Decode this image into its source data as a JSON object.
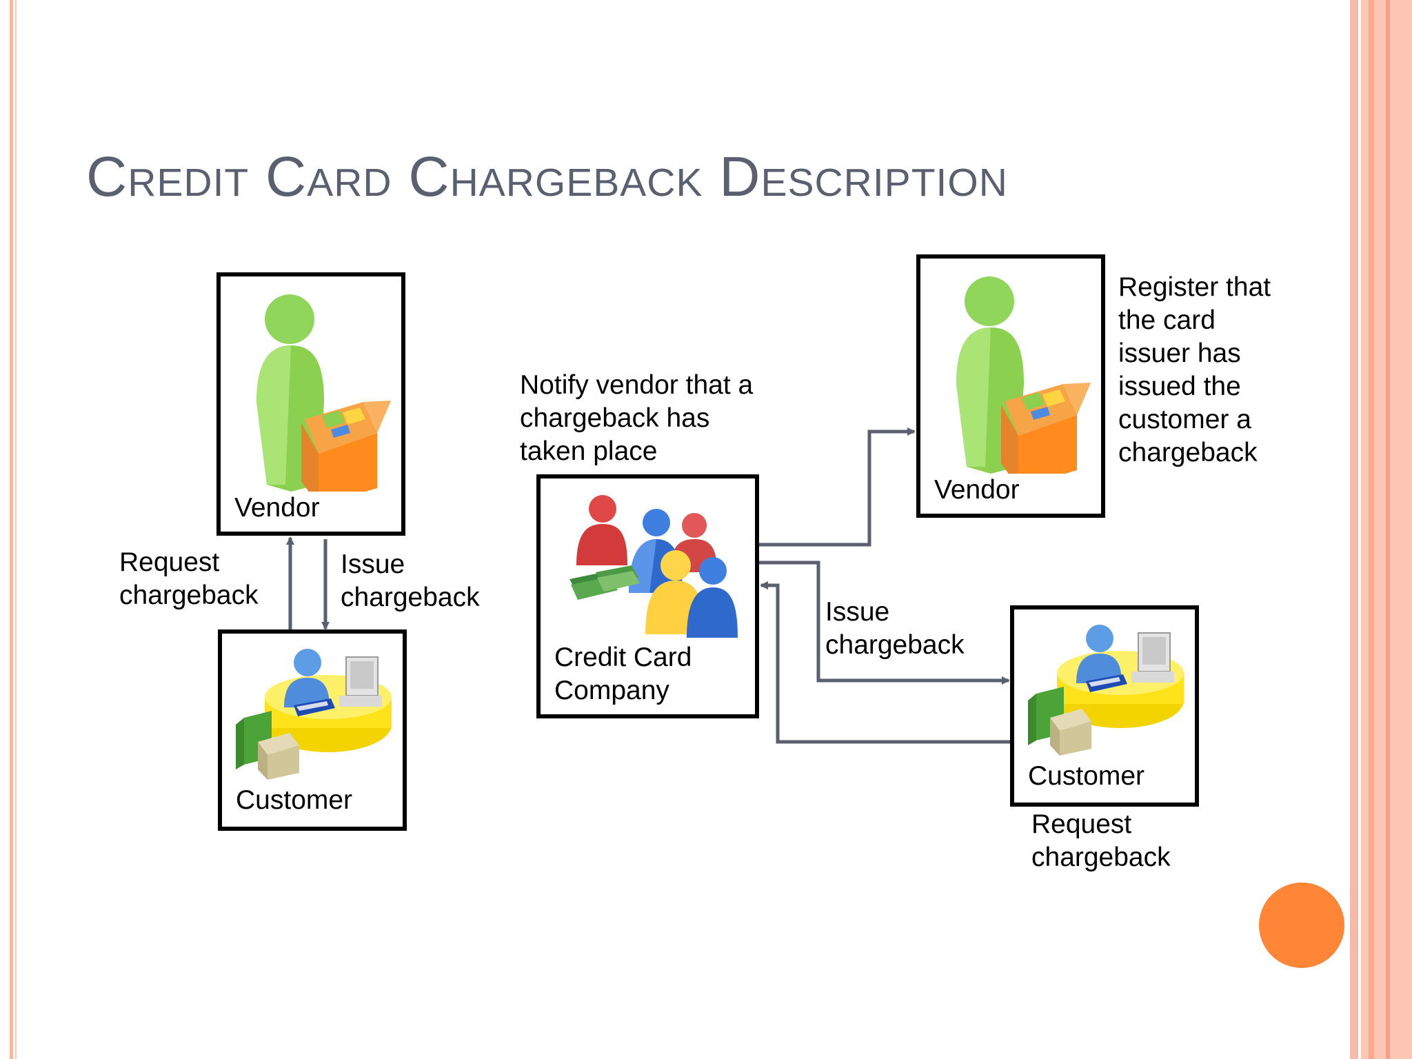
{
  "slide": {
    "title": "Credit Card Chargeback Description"
  },
  "left_flow": {
    "vendor_label": "Vendor",
    "customer_label": "Customer",
    "request_text": "Request\nchargeback",
    "issue_text": "Issue\nchargeback"
  },
  "right_flow": {
    "credit_company_label": "Credit Card\nCompany",
    "notify_text": "Notify vendor that a\nchargeback has\ntaken place",
    "vendor_label": "Vendor",
    "register_text": "Register that\nthe card\nissuer has\nissued the\ncustomer a\nchargeback",
    "issue_text": "Issue\nchargeback",
    "customer_label": "Customer",
    "request_text": "Request\nchargeback"
  },
  "colors": {
    "accent_dot": "#ff8637",
    "title": "#5b6070",
    "arrow": "#5b6070"
  }
}
